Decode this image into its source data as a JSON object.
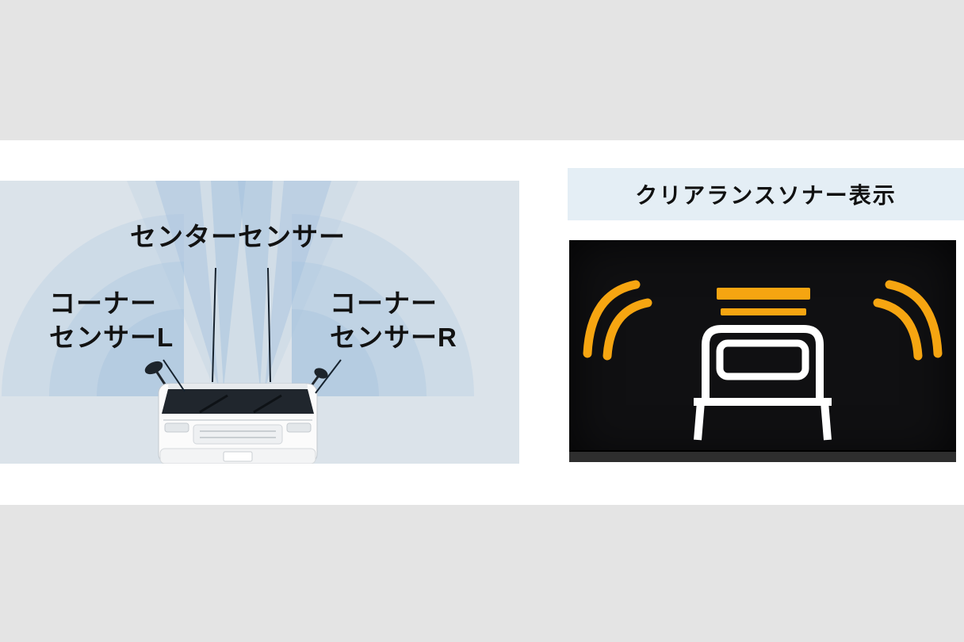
{
  "left_panel": {
    "labels": {
      "center": "センターセンサー",
      "corner_left": {
        "line1": "コーナー",
        "line2": "センサーL"
      },
      "corner_right": {
        "line1": "コーナー",
        "line2": "センサーR"
      }
    }
  },
  "right_panel": {
    "title": "クリアランスソナー表示"
  },
  "icons": {
    "left_diagram": "van-top-front-view with sensor beam fans",
    "display_center": "vehicle-rear-outline-icon",
    "display_waves": "sonar-arc-waves-icon",
    "display_bars": "sonar-center-bars-icon"
  },
  "colors": {
    "page_gray": "#e4e4e4",
    "panel_blue": "#dbe3ea",
    "beam_blue": "#aac5df",
    "title_bar_blue": "#e4eef5",
    "sonar_orange": "#f6a511",
    "display_black": "#101012",
    "text": "#121212"
  }
}
